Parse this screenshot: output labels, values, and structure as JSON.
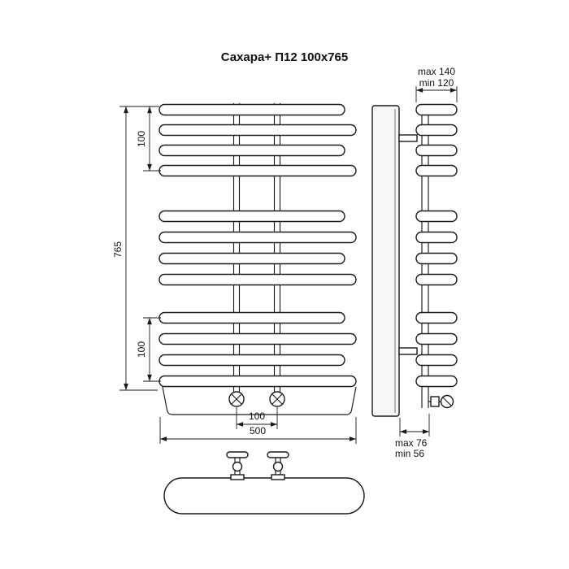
{
  "title": "Сахара+ П12 100x765",
  "front_view": {
    "height_dim": "765",
    "top_group_dim": "100",
    "bottom_group_dim": "100",
    "pipe_spacing_dim": "100",
    "width_dim": "500"
  },
  "side_view": {
    "depth_max": "max 140",
    "depth_min": "min 120",
    "offset_max": "max 76",
    "offset_min": "min 56"
  }
}
